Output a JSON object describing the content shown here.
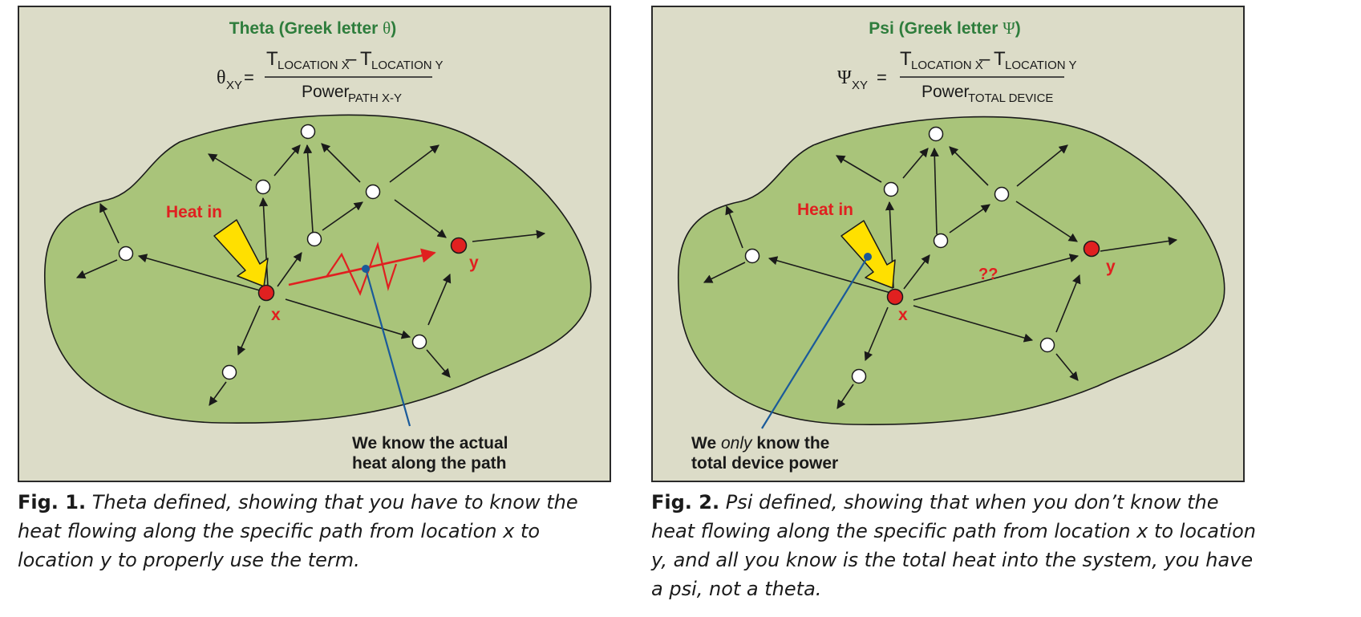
{
  "figures": [
    {
      "title_text": "Theta (Greek letter ",
      "title_symbol": "θ",
      "title_close": ")",
      "equation": {
        "lhs_symbol": "θ",
        "lhs_sub": "XY",
        "equals": "=",
        "num_t1": "T",
        "num_sub1": "LOCATION X",
        "minus": "–",
        "num_t2": "T",
        "num_sub2": "LOCATION Y",
        "den": "Power",
        "den_sub": "PATH X-Y"
      },
      "heat_in": "Heat in",
      "node_x": "x",
      "node_y": "y",
      "callout": [
        "We know the actual",
        "heat along the path"
      ],
      "caption_label": "Fig. 1.",
      "caption_text": "Theta defined, showing that you have to know the heat flowing along the specific path from location x to location y to properly use the term."
    },
    {
      "title_text": "Psi (Greek letter ",
      "title_symbol": "Ψ",
      "title_close": ")",
      "equation": {
        "lhs_symbol": "Ψ",
        "lhs_sub": "XY",
        "equals": "=",
        "num_t1": "T",
        "num_sub1": "LOCATION X",
        "minus": "–",
        "num_t2": "T",
        "num_sub2": "LOCATION Y",
        "den": "Power",
        "den_sub": "TOTAL DEVICE"
      },
      "heat_in": "Heat in",
      "node_x": "x",
      "node_y": "y",
      "unknown": "??",
      "callout_pre": "We ",
      "callout_em": "only",
      "callout_post": " know the",
      "callout_line2": "total device power",
      "caption_label": "Fig. 2.",
      "caption_text": "Psi defined, showing that when you don’t know the heat flowing along the specific path from location x to location y, and all you know is the total heat into the system, you have a psi, not a theta."
    }
  ],
  "colors": {
    "panel_bg": "#dcdcc8",
    "blob_fill": "#a9c47a",
    "title_green": "#2e7d3c",
    "heat_red": "#e02020",
    "arrow_yellow": "#ffe000",
    "callout_blue": "#1a5a9a"
  }
}
